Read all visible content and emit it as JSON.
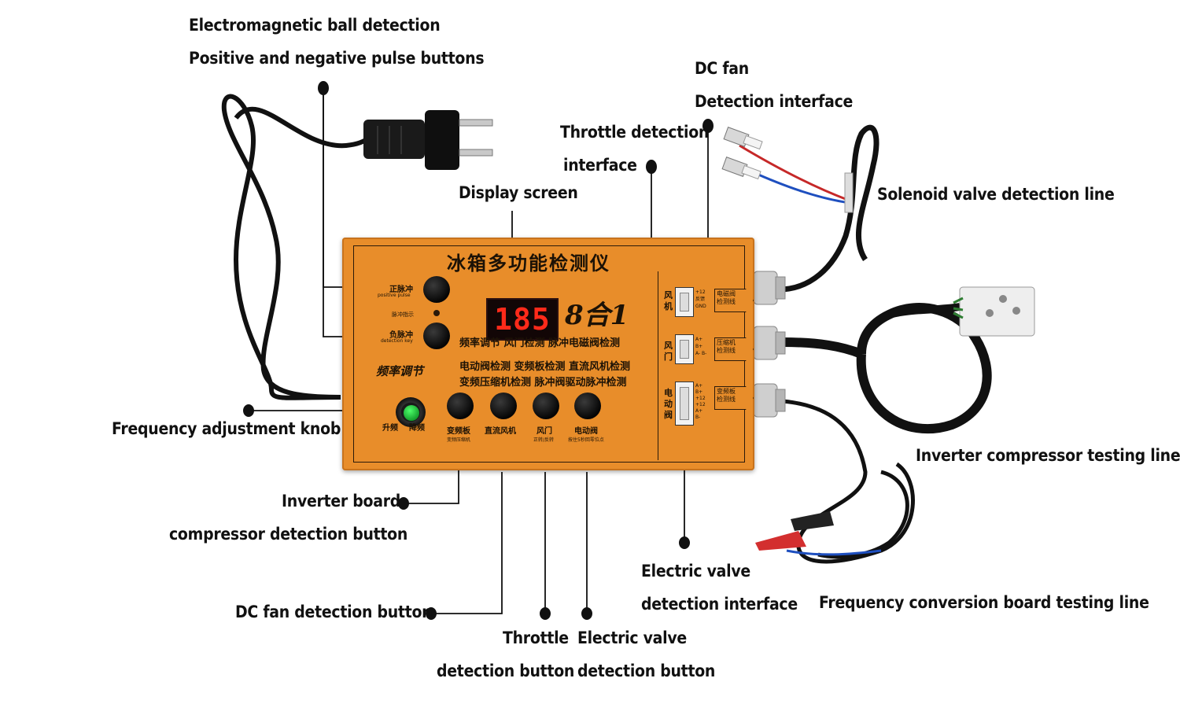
{
  "labels": {
    "electromagnetic_ball": "Electromagnetic ball detection",
    "pulse_buttons": "Positive and negative pulse buttons",
    "dc_fan": "DC fan",
    "detection_interface": "Detection interface",
    "throttle_detection": "Throttle detection",
    "interface": "interface",
    "display_screen": "Display screen",
    "solenoid_valve_line": "Solenoid valve detection line",
    "frequency_knob": "Frequency adjustment knob",
    "inverter_compressor_line": "Inverter compressor testing line",
    "inverter_board": "Inverter board",
    "compressor_detection_button": "compressor detection button",
    "electric_valve": "Electric valve",
    "electric_valve_detection_interface": "detection interface",
    "dc_fan_detection_button": "DC fan detection button",
    "frequency_conversion_line": "Frequency conversion board testing line",
    "throttle": "Throttle",
    "throttle_detection_button": "detection button",
    "electric_valve_2": "Electric valve",
    "electric_valve_detection_button": "detection button"
  },
  "device": {
    "title": "冰箱多功能检测仪",
    "display_value": "185",
    "badge": "8合1",
    "pulse_pos": "正脉冲",
    "pulse_pos_en": "positive pulse",
    "pulse_indicator": "脉冲指示",
    "pulse_neg": "负脉冲",
    "pulse_neg_en": "detection key",
    "functions_1": "频率调节  风门检测   脉冲电磁阀检测",
    "functions_2": "电动阀检测  变频板检测  直流风机检测",
    "functions_3": "变频压缩机检测    脉冲阀驱动脉冲检测",
    "freq_title": "频率调节",
    "freq_up": "升频",
    "freq_down": "降频",
    "btn1": "变频板",
    "btn1_sub": "变频压缩机",
    "btn2": "直流风机",
    "btn3": "风门",
    "btn3_sub": "正转/反转",
    "btn4": "电动阀",
    "btn4_sub": "按住5秒回零位点",
    "port1_label": "风机",
    "port1_pins": "+12 反馈 GND",
    "port2_label": "风门",
    "port2_pins": "A+ B+ A- B-",
    "port3_label": "电动阀",
    "port3_pins": "A+ B+ +12 +12 A+ B-",
    "tag1": "电磁阀检测线",
    "tag2": "压缩机检测线",
    "tag3": "变频板检测线"
  },
  "colors": {
    "panel": "#e88d2a",
    "display_digits": "#ff2a1a",
    "knob": "#22c83a"
  }
}
